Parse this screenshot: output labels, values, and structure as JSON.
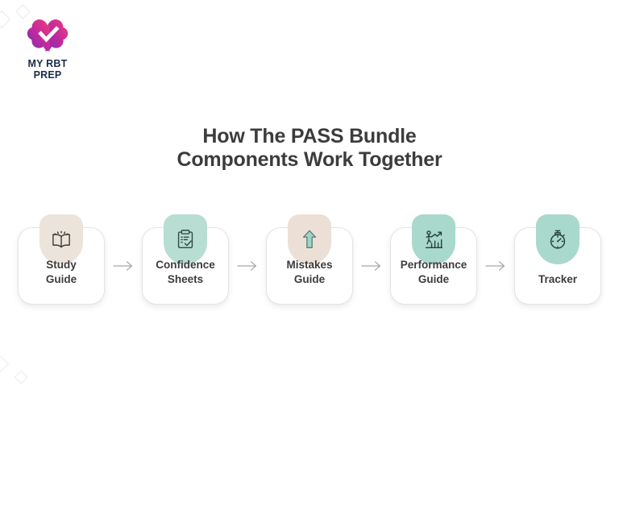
{
  "brand": {
    "logo_icon": "brain-heart-check-logo",
    "name_line1": "MY RBT",
    "name_line2": "PREP",
    "gradient_start": "#7d2bb5",
    "gradient_end": "#ef3e7a",
    "text_color": "#1d2b4a"
  },
  "heading": {
    "line1": "How The PASS Bundle",
    "line2": "Components Work Together",
    "color": "#3c3c3c"
  },
  "flow": {
    "arrow_icon": "arrow-right-icon",
    "arrow_color": "#a6a6a6",
    "steps": [
      {
        "label": "Study\nGuide",
        "icon": "open-book-icon",
        "badge_color": "#ece4da",
        "icon_color": "#3c3a38"
      },
      {
        "label": "Confidence\nSheets",
        "icon": "clipboard-check-icon",
        "badge_color": "#b8ddd3",
        "icon_color": "#2f4a45"
      },
      {
        "label": "Mistakes\nGuide",
        "icon": "arrow-up-icon",
        "badge_color": "#ece0d6",
        "icon_color": "#9fd4c8"
      },
      {
        "label": "Performance\nGuide",
        "icon": "person-bar-chart-growth-icon",
        "badge_color": "#a9d8cc",
        "icon_color": "#24403c"
      },
      {
        "label": "Tracker",
        "icon": "stopwatch-icon",
        "badge_color": "#a9d8cc",
        "icon_color": "#24403c"
      }
    ]
  }
}
